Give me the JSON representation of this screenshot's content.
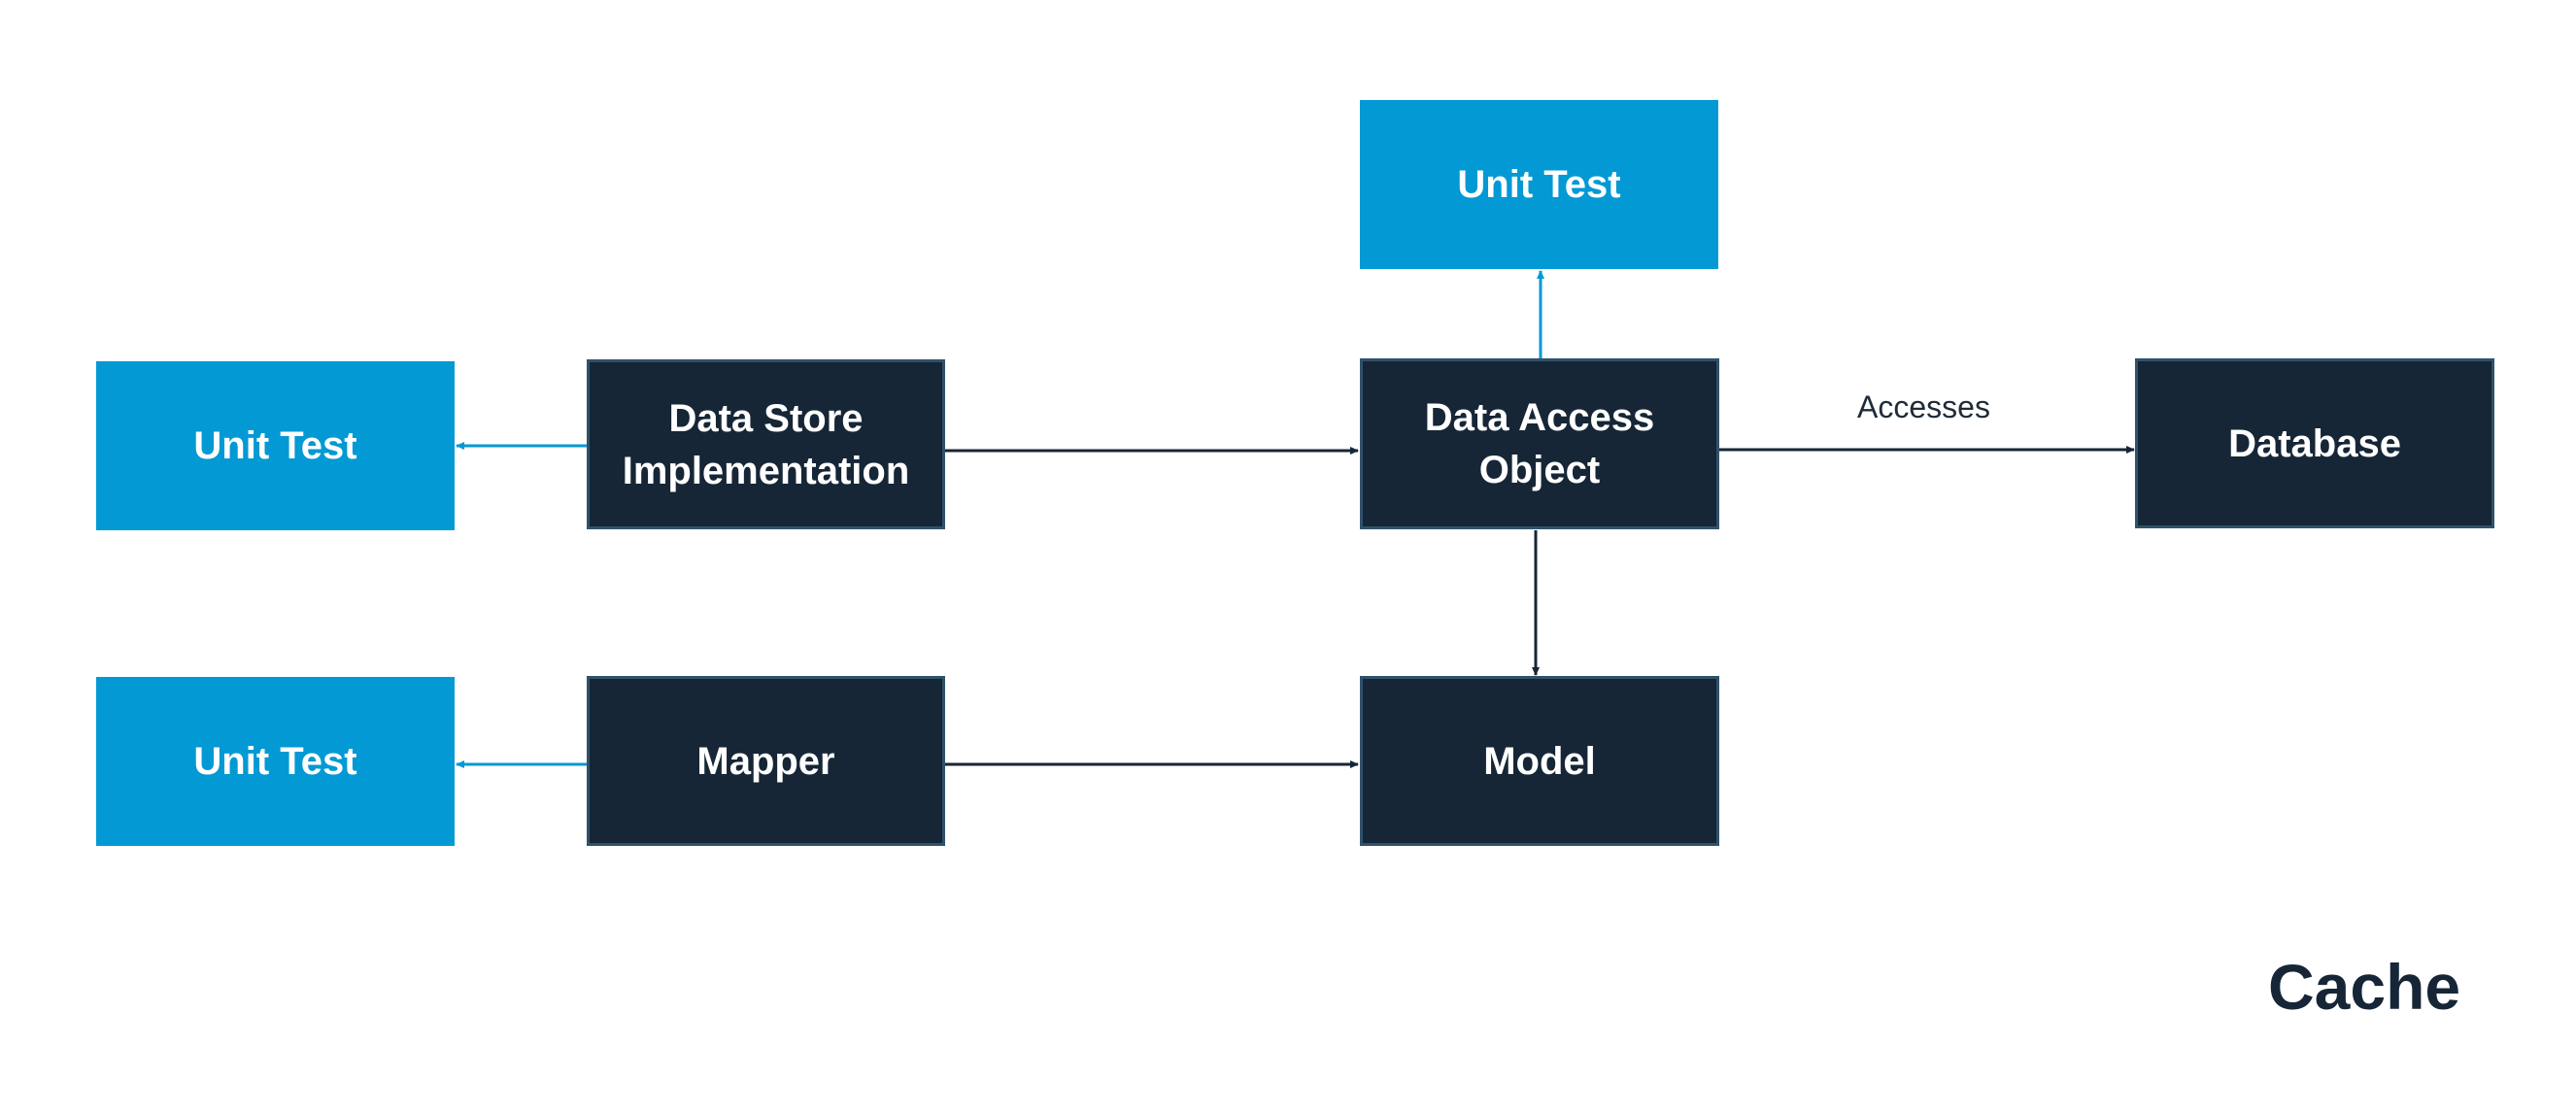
{
  "diagram": {
    "title": "Cache",
    "nodes": {
      "unit_test_top": "Unit Test",
      "unit_test_left_1": "Unit Test",
      "unit_test_left_2": "Unit Test",
      "data_store_impl": "Data Store\nImplementation",
      "dao": "Data Access\nObject",
      "database": "Database",
      "mapper": "Mapper",
      "model": "Model"
    },
    "edges": [
      {
        "from": "dao",
        "to": "unit_test_top",
        "label": ""
      },
      {
        "from": "data_store_impl",
        "to": "unit_test_left_1",
        "label": ""
      },
      {
        "from": "mapper",
        "to": "unit_test_left_2",
        "label": ""
      },
      {
        "from": "data_store_impl",
        "to": "dao",
        "label": ""
      },
      {
        "from": "dao",
        "to": "database",
        "label": "Accesses"
      },
      {
        "from": "dao",
        "to": "model",
        "label": ""
      },
      {
        "from": "mapper",
        "to": "model",
        "label": ""
      }
    ],
    "colors": {
      "test_fill": "#0399d4",
      "component_fill": "#162636",
      "component_border": "#30526b",
      "test_edge": "#0399d4",
      "flow_edge": "#162636"
    }
  }
}
